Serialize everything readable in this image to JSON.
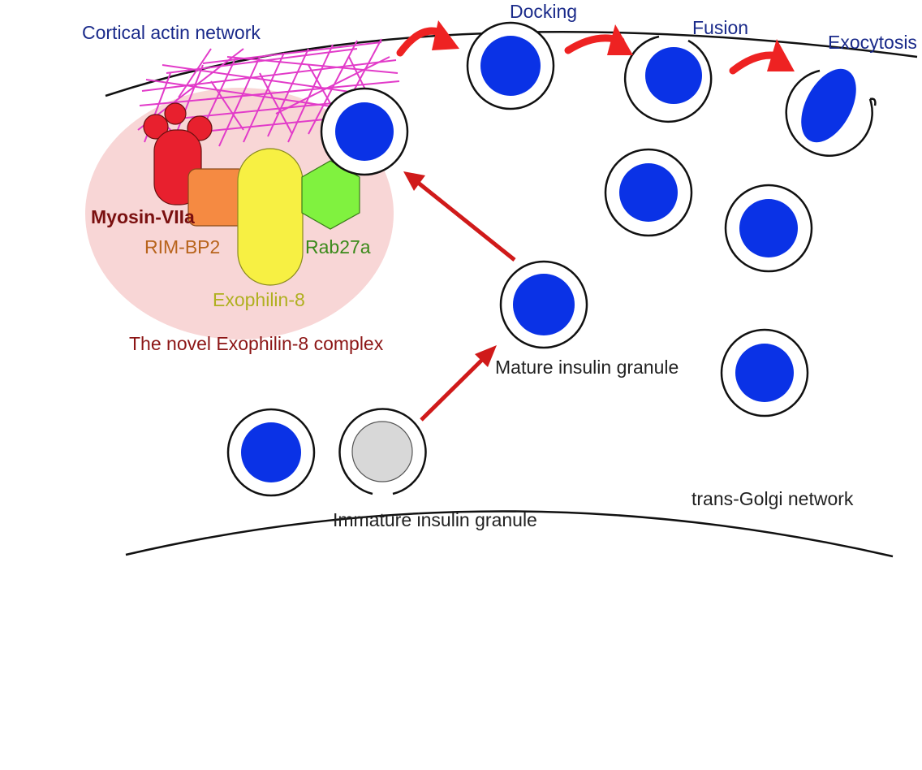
{
  "labels": {
    "cortical_actin": "Cortical actin network",
    "docking": "Docking",
    "fusion": "Fusion",
    "exocytosis": "Exocytosis",
    "myosin": "Myosin-VIIa",
    "rimbp2": "RIM-BP2",
    "rab27a": "Rab27a",
    "exophilin8": "Exophilin-8",
    "complex": "The novel Exophilin-8 complex",
    "mature": "Mature insulin granule",
    "immature": "Immature insulin granule",
    "tgn": "trans-Golgi network"
  },
  "colors": {
    "membrane": "#111111",
    "granule_core": "#0a32e6",
    "immature_core": "#d8d8d8",
    "actin": "#e23bc9",
    "arrow": "#d01a1a",
    "curved_arrow": "#ee2222",
    "complex_bg": "#f8d6d6",
    "myosin": "#e8202e",
    "rimbp2": "#f58a42",
    "exophilin8": "#f7f043",
    "rab27a": "#80f23f",
    "blue_text": "#1a2a8a",
    "complex_title": "#8c1616",
    "myosin_text": "#7a1010",
    "rimbp2_text": "#b8641c",
    "exophilin_text": "#b0b020",
    "rab27a_text": "#3a8a1a",
    "black_text": "#222222"
  }
}
